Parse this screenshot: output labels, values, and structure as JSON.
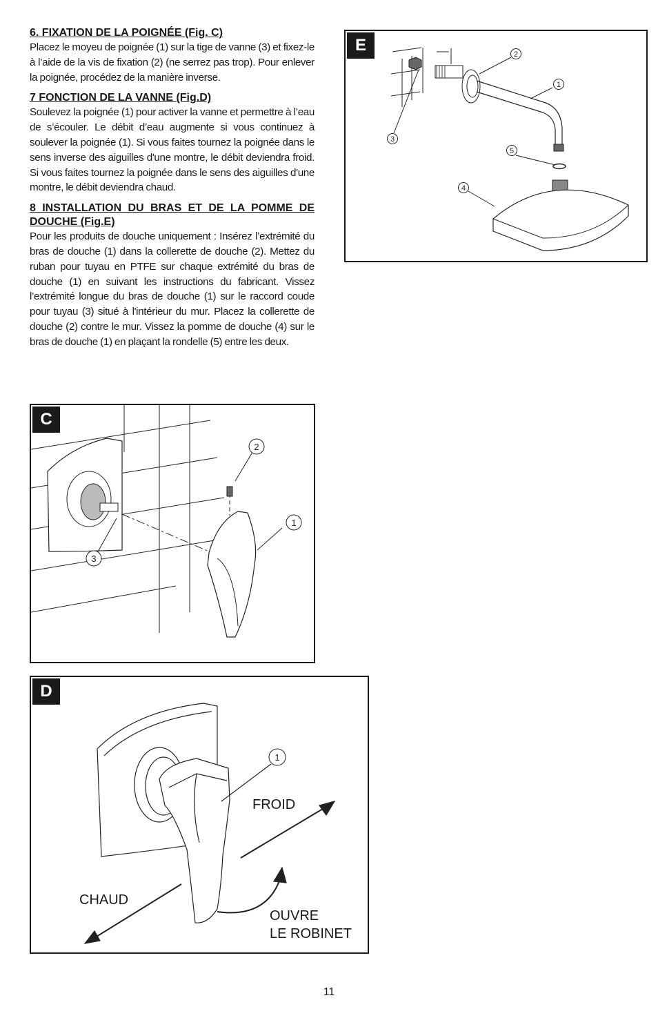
{
  "sections": [
    {
      "heading": "6. FIXATION DE LA POIGNÉE (Fig. C)",
      "body": "Placez le moyeu de poignée (1) sur la tige de vanne (3) et fixez-le à l’aide de la vis de fixation (2) (ne serrez pas trop). Pour enlever la poignée, procédez de la manière inverse."
    },
    {
      "heading": "7 FONCTION DE LA VANNE (Fig.D)",
      "body": "Soulevez la poignée (1) pour activer la vanne et permettre à l’eau de s’écouler. Le débit d’eau augmente si vous continuez à soulever la poignée (1). Si vous faites tournez la poignée dans le sens inverse des aiguilles d'une montre, le débit deviendra froid. Si vous faites tournez la poignée dans le sens des aiguilles d'une montre, le débit deviendra chaud."
    },
    {
      "heading": "8 INSTALLATION DU BRAS ET DE LA POMME DE DOUCHE (Fig.E)",
      "body": "Pour les produits de douche uniquement : Insérez l’extrémité du bras de douche (1) dans la collerette de douche (2). Mettez du ruban pour tuyau en PTFE sur chaque extrémité du bras de douche (1) en suivant les instructions du fabricant. Vissez l’extrémité longue du bras de douche (1) sur le raccord coude pour tuyau (3) situé à l'intérieur du mur. Placez la collerette de douche (2) contre le mur. Vissez la pomme de douche (4) sur le bras de douche (1) en plaçant la rondelle (5) entre les deux."
    }
  ],
  "figures": {
    "c": {
      "letter": "C",
      "callouts": [
        "1",
        "2",
        "3"
      ]
    },
    "d": {
      "letter": "D",
      "callout": "1",
      "froid": "FROID",
      "chaud": "CHAUD",
      "ouvre_line1": "OUVRE",
      "ouvre_line2": "LE ROBINET"
    },
    "e": {
      "letter": "E",
      "callouts": [
        "1",
        "2",
        "3",
        "4",
        "5"
      ]
    }
  },
  "page_number": "11"
}
